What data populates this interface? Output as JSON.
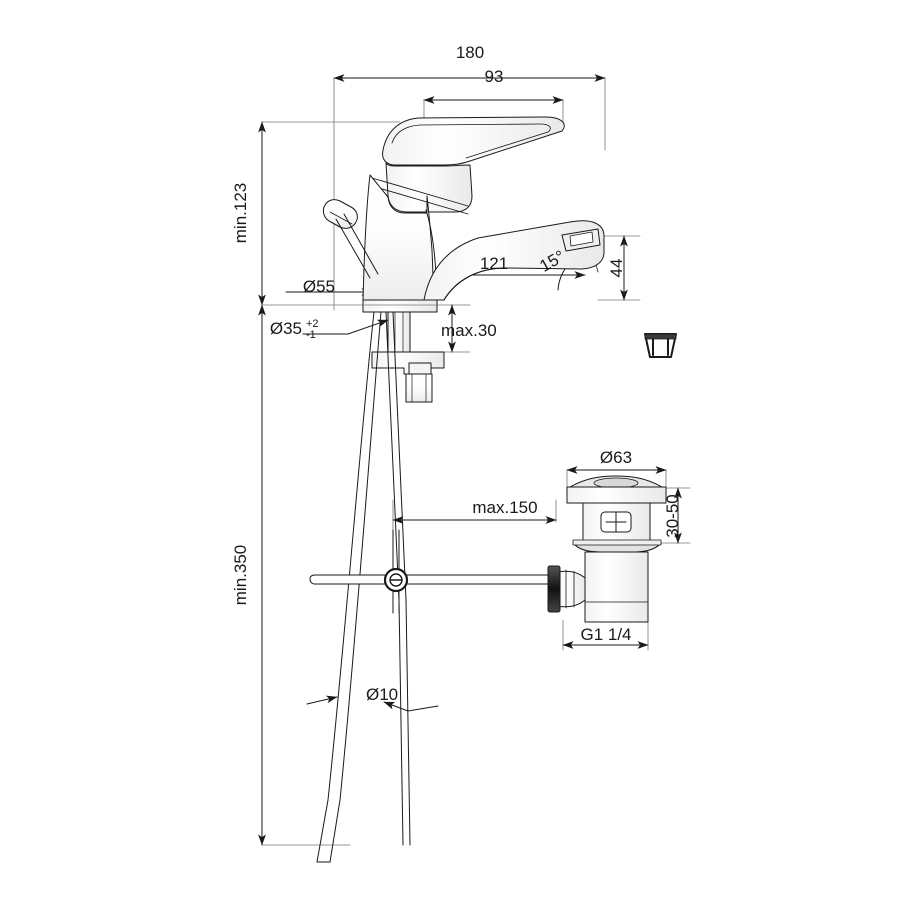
{
  "drawing": {
    "title": "Single-lever basin mixer installation drawing",
    "units": "mm",
    "line_color": "#1a1a1a",
    "background": "#ffffff"
  },
  "dimensions": {
    "overall_width": "180",
    "handle_width": "93",
    "min_spout_height": "min.123",
    "min_supply_length": "min.350",
    "escutcheon_diameter": "Ø55",
    "mounting_hole_diameter": "Ø35",
    "mounting_hole_tolerance_plus": "+2",
    "mounting_hole_tolerance_minus": "-1",
    "max_deck_thickness": "max.30",
    "spout_reach": "121",
    "aerator_angle": "15°",
    "spout_height_above_deck": "44",
    "waste_flange_diameter": "Ø63",
    "waste_tailpiece_range": "30-50",
    "waste_thread": "G1 1/4",
    "max_popup_rod_offset": "max.150",
    "supply_tube_diameter": "Ø10"
  },
  "components": [
    {
      "name": "mixer-body",
      "label": "Single lever mixer body"
    },
    {
      "name": "lever-handle",
      "label": "Lever handle"
    },
    {
      "name": "spout",
      "label": "Spout with aerator"
    },
    {
      "name": "escutcheon",
      "label": "Base escutcheon"
    },
    {
      "name": "mounting-bracket",
      "label": "Under-deck mounting bracket and nut"
    },
    {
      "name": "popup-lift-rod",
      "label": "Pop-up waste lift rod"
    },
    {
      "name": "popup-linkage",
      "label": "Pop-up linkage pivot"
    },
    {
      "name": "waste-assembly",
      "label": "Pop-up waste assembly"
    },
    {
      "name": "supply-tubes",
      "label": "Flexible supply tubes"
    },
    {
      "name": "fixing-clip",
      "label": "Fixing clip detail"
    }
  ]
}
